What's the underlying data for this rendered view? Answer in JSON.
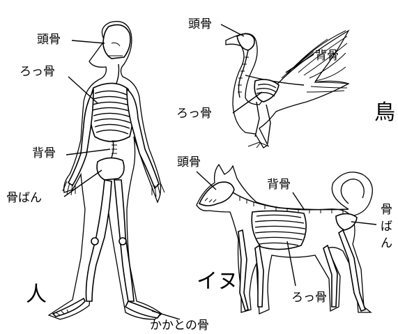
{
  "human": {
    "title": "人",
    "labels": {
      "skull": "頭骨",
      "ribs": "ろっ骨",
      "spine": "背骨",
      "pelvis": "骨ばん",
      "heel": "かかとの骨"
    }
  },
  "bird": {
    "title": "鳥",
    "labels": {
      "skull": "頭骨",
      "spine": "背骨",
      "ribs": "ろっ骨"
    }
  },
  "dog": {
    "title": "イヌ",
    "labels": {
      "skull": "頭骨",
      "spine": "背骨",
      "ribs": "ろっ骨",
      "pelvis_line1": "骨",
      "pelvis_line2": "ば",
      "pelvis_line3": "ん"
    }
  }
}
